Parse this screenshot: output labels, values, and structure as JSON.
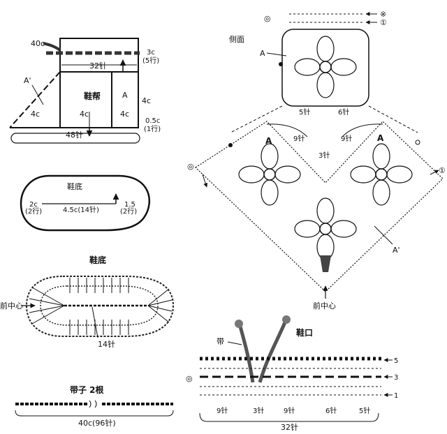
{
  "upper": {
    "title": "鞋帮",
    "label_a": "A",
    "label_a_prime": "A'",
    "top_left": "40c",
    "width_top": "32针",
    "right_top": "3c",
    "right_top_rows": "(5行)",
    "right_mid": "4c",
    "right_bottom": "0.5c",
    "right_bottom_rows": "(1行)",
    "bottom_seg_1": "4c",
    "bottom_seg_2": "4c",
    "bottom_seg_3": "4c",
    "bottom_total": "48针"
  },
  "sole_shape": {
    "title": "鞋底",
    "left": "2c",
    "left_rows": "(2行)",
    "center": "4.5c(14针)",
    "right": "1.5",
    "right_rows": "(2行)"
  },
  "sole_chart": {
    "title": "鞋底",
    "front_center": "前中心",
    "stitches": "14针"
  },
  "straps": {
    "title": "带子 2根",
    "length": "40c(96针)"
  },
  "side": {
    "title": "侧面",
    "label_a": "A",
    "mark_star": "※",
    "mark_one": "①",
    "count_left": "5针",
    "count_right": "6针"
  },
  "front": {
    "label_a_left": "A",
    "label_a_right": "A",
    "label_a_prime": "A'",
    "count_9_left": "9针",
    "count_3": "3针",
    "count_9_right": "9针",
    "mark_one": "①",
    "front_center": "前中心"
  },
  "opening": {
    "title": "鞋口",
    "strap_label": "带",
    "row_5": "5",
    "row_3": "3",
    "row_1": "1",
    "seg_1": "9针",
    "seg_2": "3针",
    "seg_3": "9针",
    "seg_4": "6针",
    "seg_5": "5针",
    "total": "32针"
  }
}
